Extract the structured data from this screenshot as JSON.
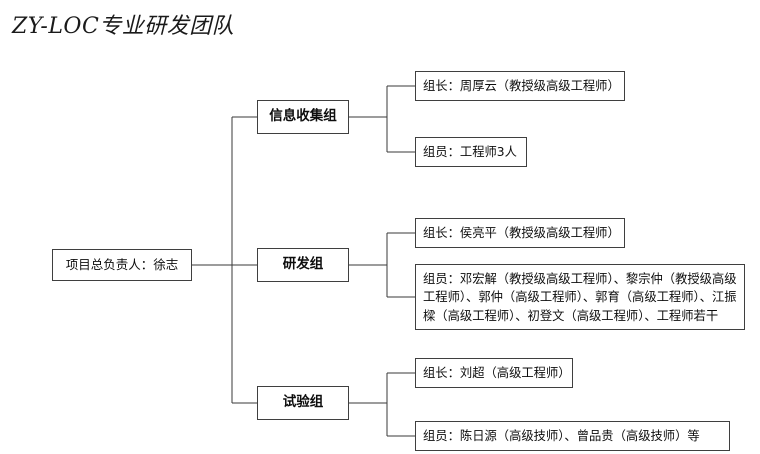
{
  "title": "ZY-LOC专业研发团队",
  "root": {
    "label": "项目总负责人：徐志"
  },
  "groups": [
    {
      "name": "信息收集组",
      "children": [
        {
          "label": "组长：周厚云（教授级高级工程师）"
        },
        {
          "label": "组员：工程师3人"
        }
      ]
    },
    {
      "name": "研发组",
      "children": [
        {
          "label": "组长：侯亮平（教授级高级工程师）"
        },
        {
          "label": "组员：邓宏解（教授级高级工程师）、黎宗仲（教授级高级工程师）、郭仲（高级工程师）、郭育（高级工程师）、江振樑（高级工程师）、初登文（高级工程师）、工程师若干"
        }
      ]
    },
    {
      "name": "试验组",
      "children": [
        {
          "label": "组长：刘超（高级工程师）"
        },
        {
          "label": "组员：陈日源（高级技师）、曾品贵（高级技师）等"
        }
      ]
    }
  ],
  "colors": {
    "box_border": "#3f3f3f",
    "connector": "#3a3a3a",
    "background": "#ffffff",
    "text": "#0d0d0d"
  }
}
